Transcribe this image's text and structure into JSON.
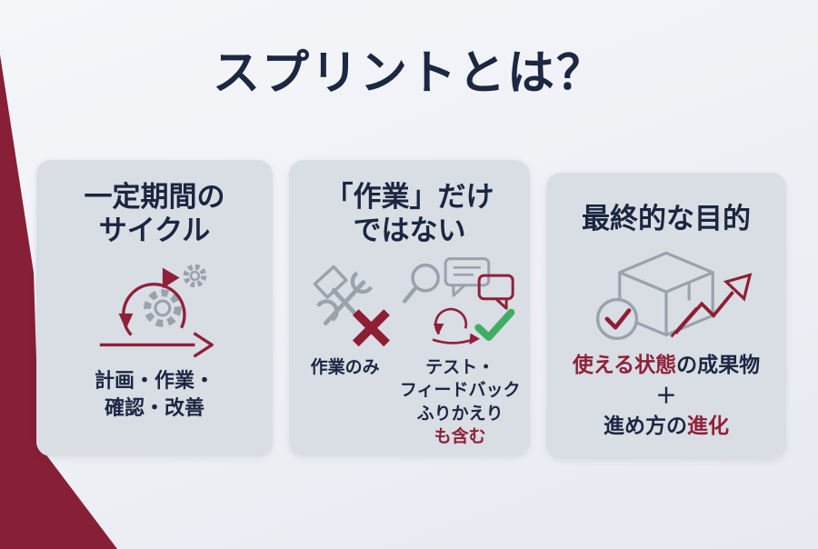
{
  "slide": {
    "title": "スプリントとは？"
  },
  "cards": [
    {
      "heading_lines": [
        "一定期間の",
        "サイクル"
      ],
      "icon": "sprint-cycle-icon",
      "body_lines": [
        "計画・作業・",
        "確認・改善"
      ]
    },
    {
      "heading_lines": [
        "「作業」だけ",
        "ではない"
      ],
      "left": {
        "icon": "hammer-wrench-icon",
        "badge_icon": "cross-x-icon",
        "label": "作業のみ"
      },
      "right": {
        "icon": "magnifier-feedback-icon",
        "badge_icon": "check-icon",
        "lines": [
          "テスト・",
          "フィードバック",
          "ふりかえり"
        ],
        "highlight": "も含む"
      }
    },
    {
      "heading": "最終的な目的",
      "icon": "package-growth-icon",
      "line1": {
        "highlight": "使える状態",
        "rest": "の成果物"
      },
      "plus": "＋",
      "line3": {
        "prefix": "進め方の",
        "highlight": "進化"
      }
    }
  ],
  "colors": {
    "accent_maroon": "#871F36",
    "icon_red": "#8E2139",
    "navy_text": "#1C2742",
    "check_green": "#3FAE62",
    "icon_gray": "#9AA2AC",
    "card_bg": "#D9DDE4"
  }
}
